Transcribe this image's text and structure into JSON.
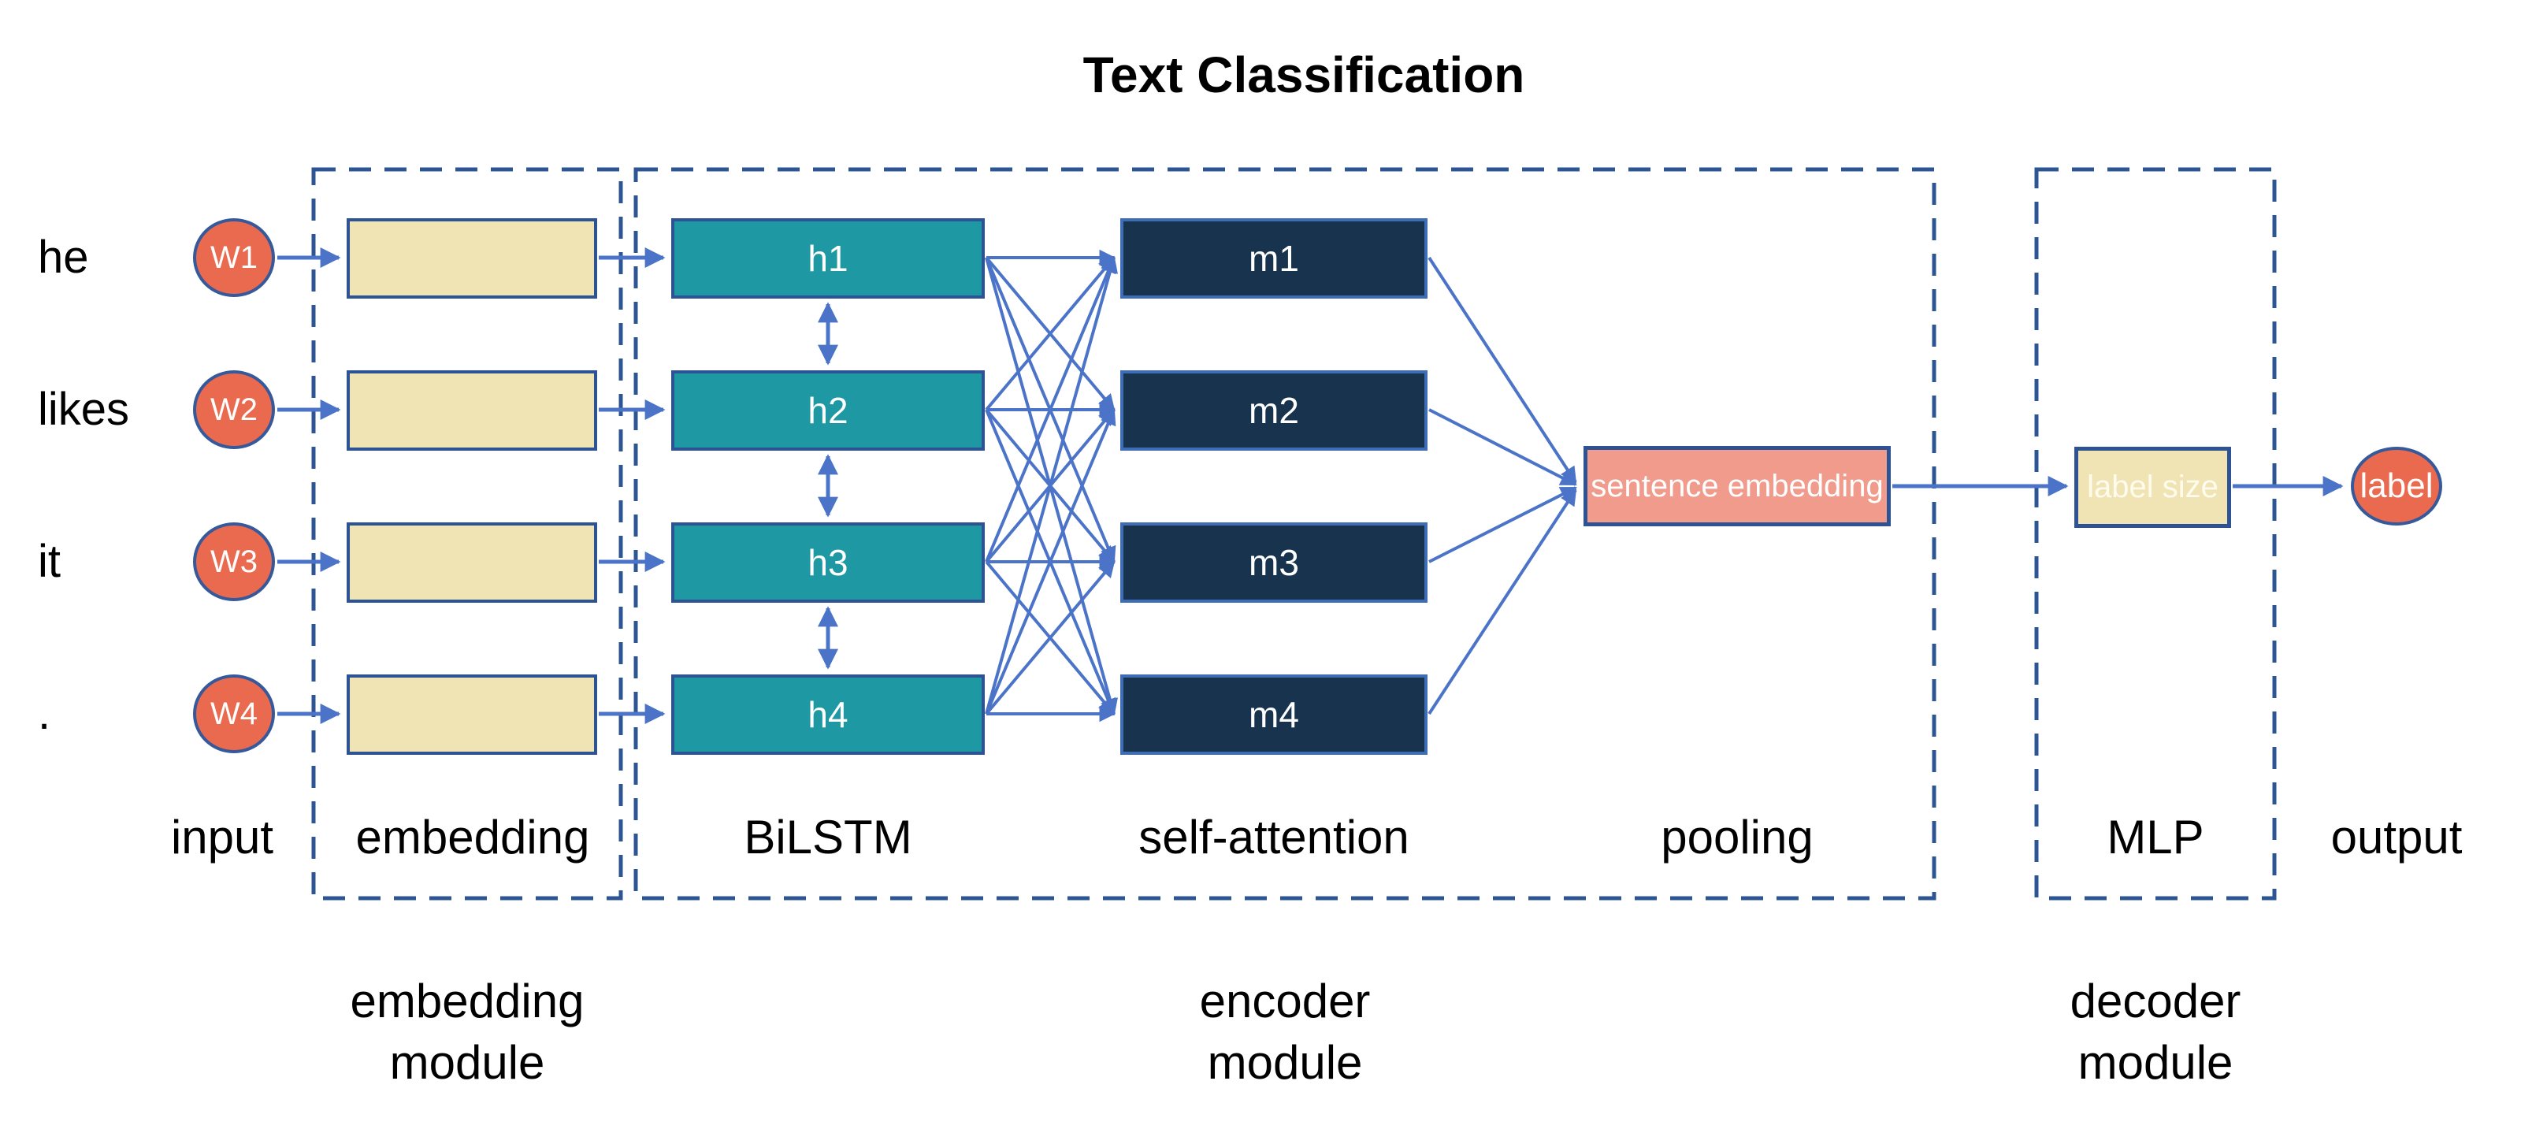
{
  "title": "Text Classification",
  "colors": {
    "node_orange": "#EA6A4F",
    "node_orange_border": "#35599B",
    "embedding_tan": "#F0E4B5",
    "box_border": "#2E5395",
    "bilstm_teal": "#1E98A2",
    "attention_navy": "#17334D",
    "attention_border": "#3E6CB5",
    "pooling_salmon": "#F09B8C",
    "arrow_blue": "#4B74C9",
    "dash_blue": "#2E5593",
    "text_black": "#000000",
    "text_white": "#FFFFFF"
  },
  "rows": [
    {
      "word": "he",
      "input_node": "W1",
      "bilstm": "h1",
      "attention": "m1"
    },
    {
      "word": "likes",
      "input_node": "W2",
      "bilstm": "h2",
      "attention": "m2"
    },
    {
      "word": "it",
      "input_node": "W3",
      "bilstm": "h3",
      "attention": "m3"
    },
    {
      "word": ".",
      "input_node": "W4",
      "bilstm": "h4",
      "attention": "m4"
    }
  ],
  "pooling_box_label": "sentence embedding",
  "mlp_box_label": "label size",
  "output_node_label": "label",
  "column_labels": {
    "input": "input",
    "embedding": "embedding",
    "bilstm": "BiLSTM",
    "self_attention": "self-attention",
    "pooling": "pooling",
    "mlp": "MLP",
    "output": "output"
  },
  "module_labels": {
    "embedding": {
      "line1": "embedding",
      "line2": "module"
    },
    "encoder": {
      "line1": "encoder",
      "line2": "module"
    },
    "decoder": {
      "line1": "decoder",
      "line2": "module"
    }
  }
}
